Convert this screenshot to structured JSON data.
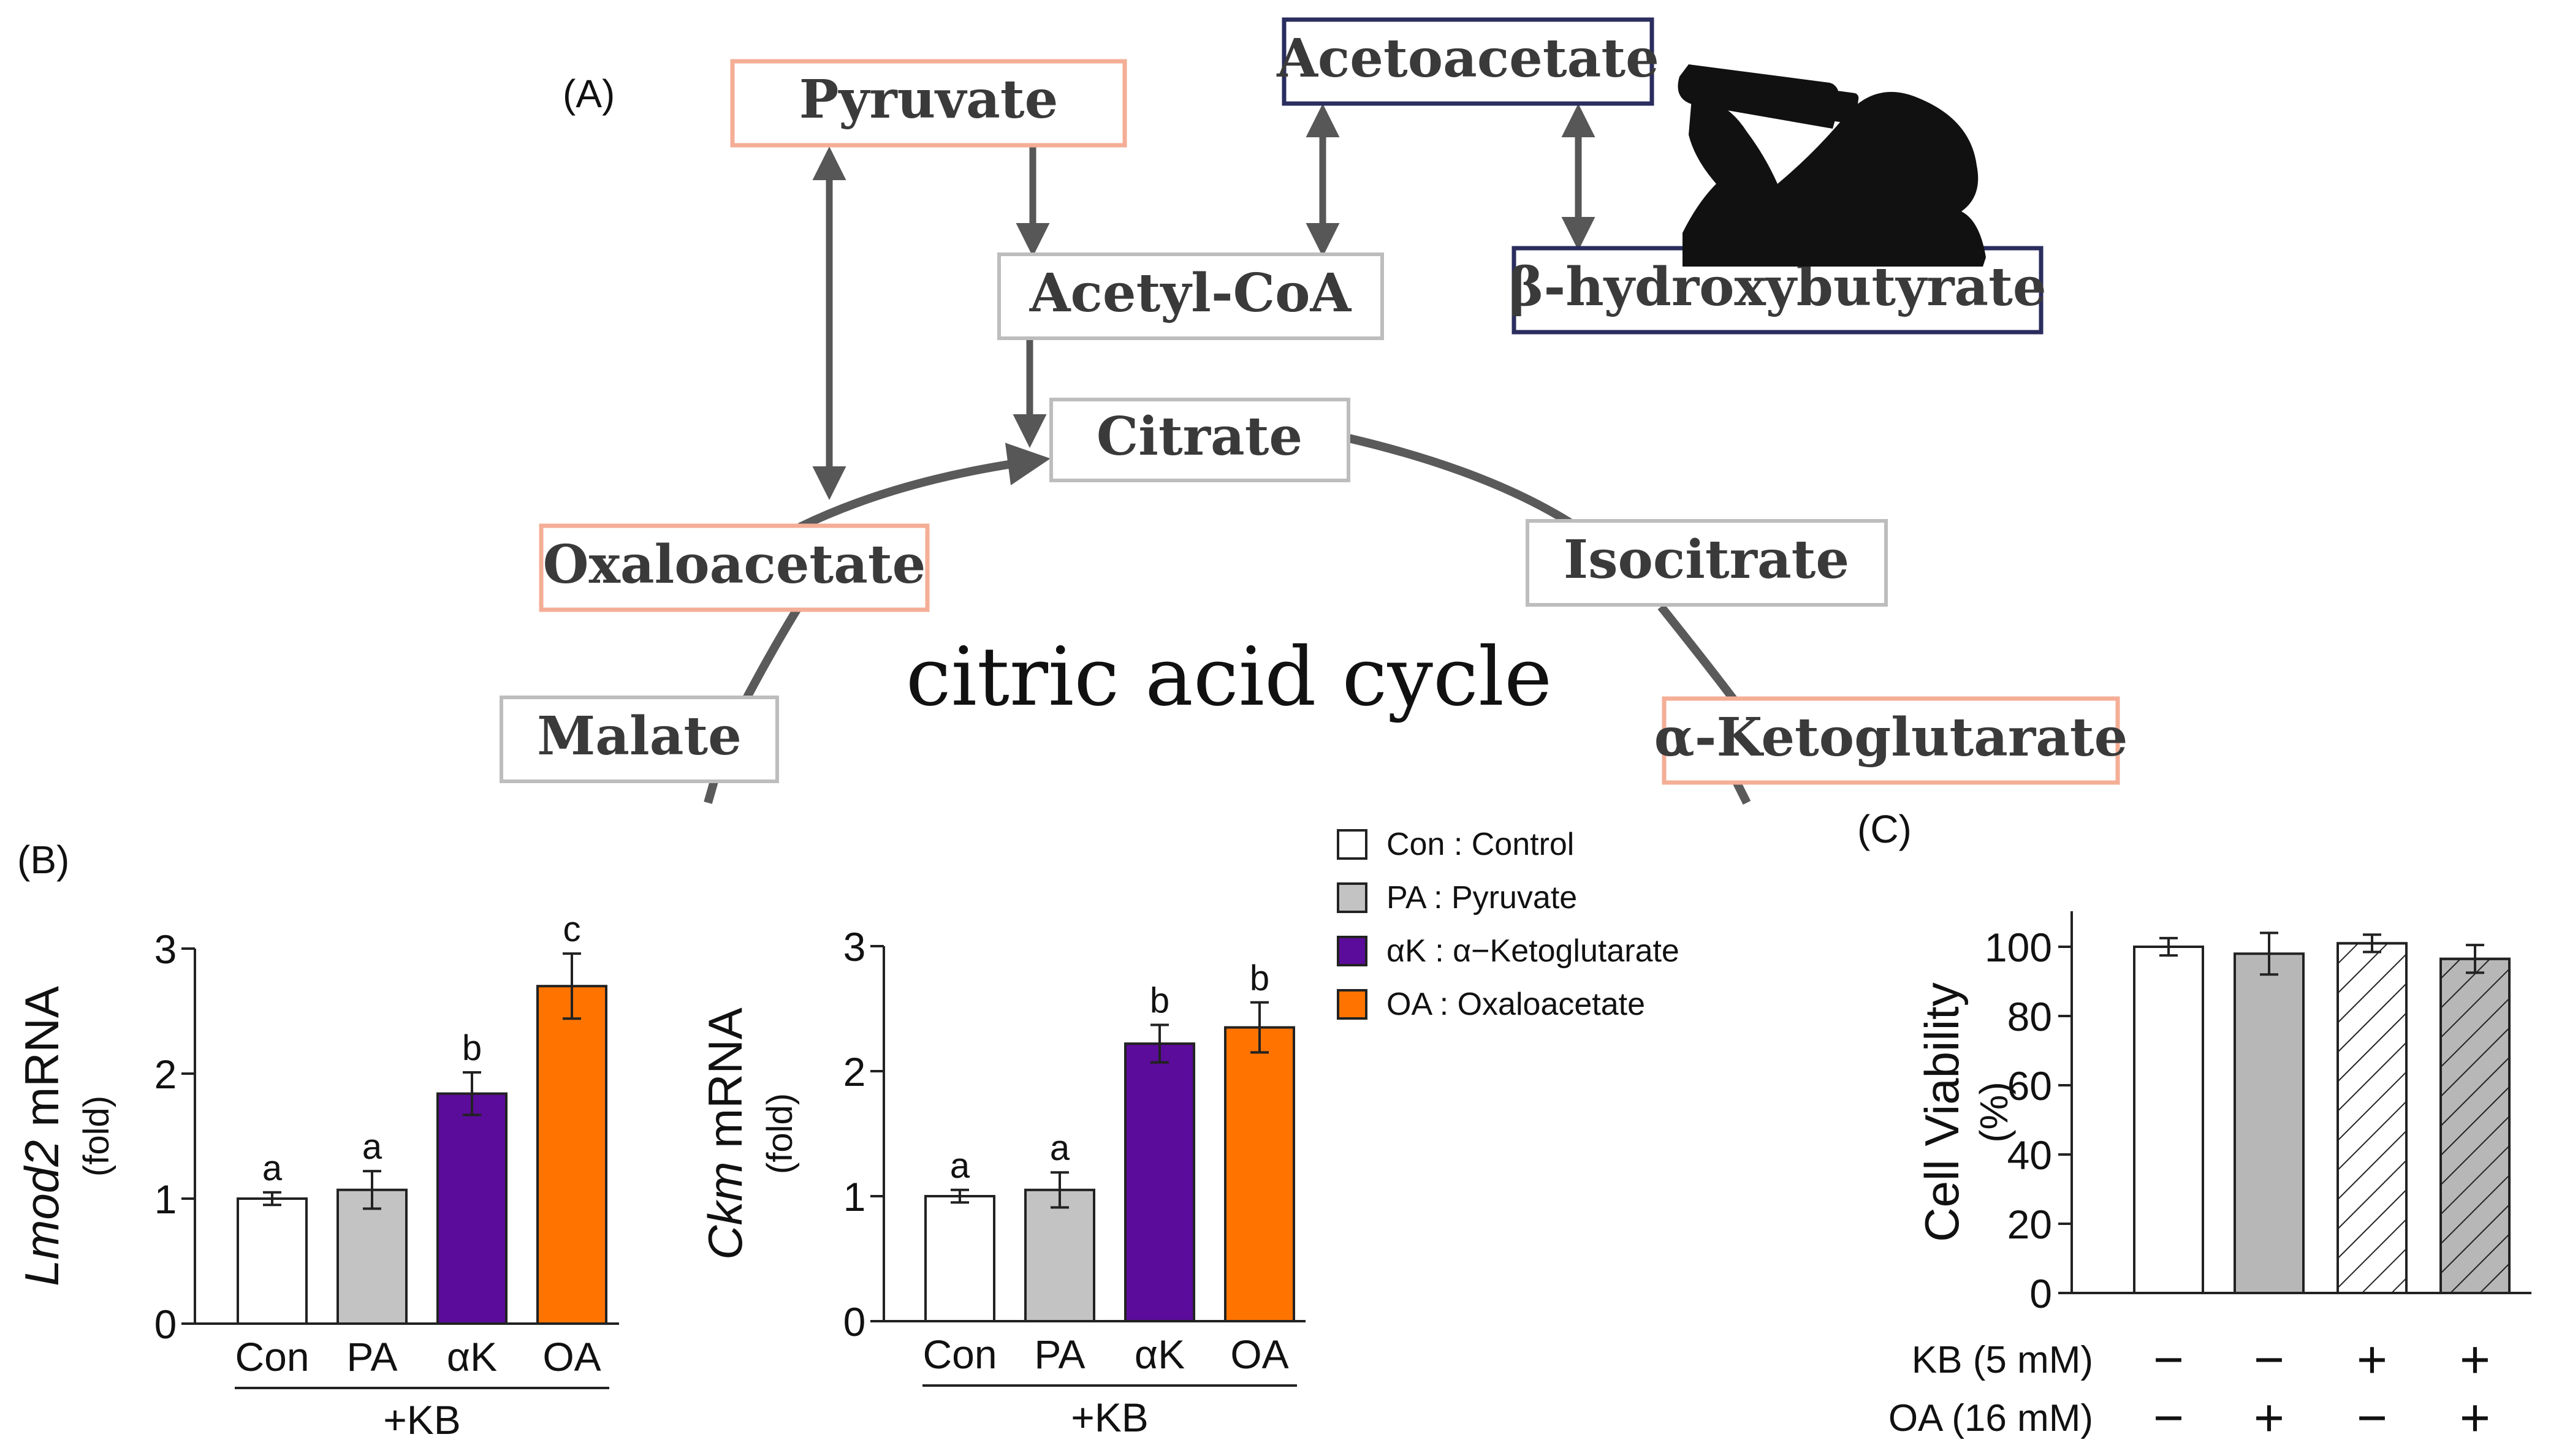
{
  "panels": {
    "a": "(A)",
    "b": "(B)",
    "c": "(C)"
  },
  "pathway": {
    "center_label": "citric acid cycle",
    "nodes": {
      "pyruvate": "Pyruvate",
      "acetoacetate": "Acetoacetate",
      "acetyl_coa": "Acetyl-CoA",
      "hydroxybutyrate": "β-hydroxybutyrate",
      "citrate": "Citrate",
      "oxaloacetate": "Oxaloacetate",
      "isocitrate": "Isocitrate",
      "malate": "Malate",
      "ketoglutarate": "α-Ketoglutarate"
    },
    "colors": {
      "supplement_border": "#f4ae96",
      "ketone_border": "#2a2d5e",
      "cycle_border": "#bdbdbd",
      "arrow": "#575757"
    },
    "icon": "person-drinking-silhouette-icon"
  },
  "legend": {
    "items": [
      {
        "label": "Con : Control",
        "color": "#ffffff"
      },
      {
        "label": "PA : Pyruvate",
        "color": "#c3c3c3"
      },
      {
        "label": "αK : α−Ketoglutarate",
        "color": "#5b0c9b"
      },
      {
        "label": "OA : Oxaloacetate",
        "color": "#ff7400"
      }
    ]
  },
  "chart_data": [
    {
      "type": "bar",
      "ylabel_italic": "Lmod2",
      "ylabel_rest": " mRNA",
      "ylabel_unit": "(fold)",
      "categories": [
        "Con",
        "PA",
        "αK",
        "OA"
      ],
      "group_label": "+KB",
      "values": [
        1.0,
        1.07,
        1.84,
        2.7
      ],
      "errors": [
        0.05,
        0.15,
        0.17,
        0.26
      ],
      "letters": [
        "a",
        "a",
        "b",
        "c"
      ],
      "colors": [
        "#ffffff",
        "#c3c3c3",
        "#5b0c9b",
        "#ff7400"
      ],
      "ylim": [
        0,
        3
      ],
      "yticks": [
        "0",
        "1",
        "2",
        "3"
      ]
    },
    {
      "type": "bar",
      "ylabel_italic": "Ckm",
      "ylabel_rest": " mRNA",
      "ylabel_unit": "(fold)",
      "categories": [
        "Con",
        "PA",
        "αK",
        "OA"
      ],
      "group_label": "+KB",
      "values": [
        1.0,
        1.05,
        2.22,
        2.35
      ],
      "errors": [
        0.05,
        0.14,
        0.15,
        0.2
      ],
      "letters": [
        "a",
        "a",
        "b",
        "b"
      ],
      "colors": [
        "#ffffff",
        "#c3c3c3",
        "#5b0c9b",
        "#ff7400"
      ],
      "ylim": [
        0,
        3
      ],
      "yticks": [
        "0",
        "1",
        "2",
        "3"
      ]
    },
    {
      "type": "bar",
      "ylabel": "Cell Viability",
      "ylabel_unit": "(%)",
      "values": [
        100,
        98,
        101,
        96.5
      ],
      "errors": [
        2.5,
        6,
        2.5,
        4
      ],
      "fills": [
        "white",
        "gray",
        "hatch-white",
        "hatch-gray"
      ],
      "ylim": [
        0,
        110
      ],
      "yticks": [
        "0",
        "20",
        "40",
        "60",
        "80",
        "100"
      ],
      "conditions": [
        {
          "label": "KB (5 mM)",
          "values": [
            "−",
            "−",
            "+",
            "+"
          ]
        },
        {
          "label": "OA (16 mM)",
          "values": [
            "−",
            "+",
            "−",
            "+"
          ]
        }
      ]
    }
  ]
}
